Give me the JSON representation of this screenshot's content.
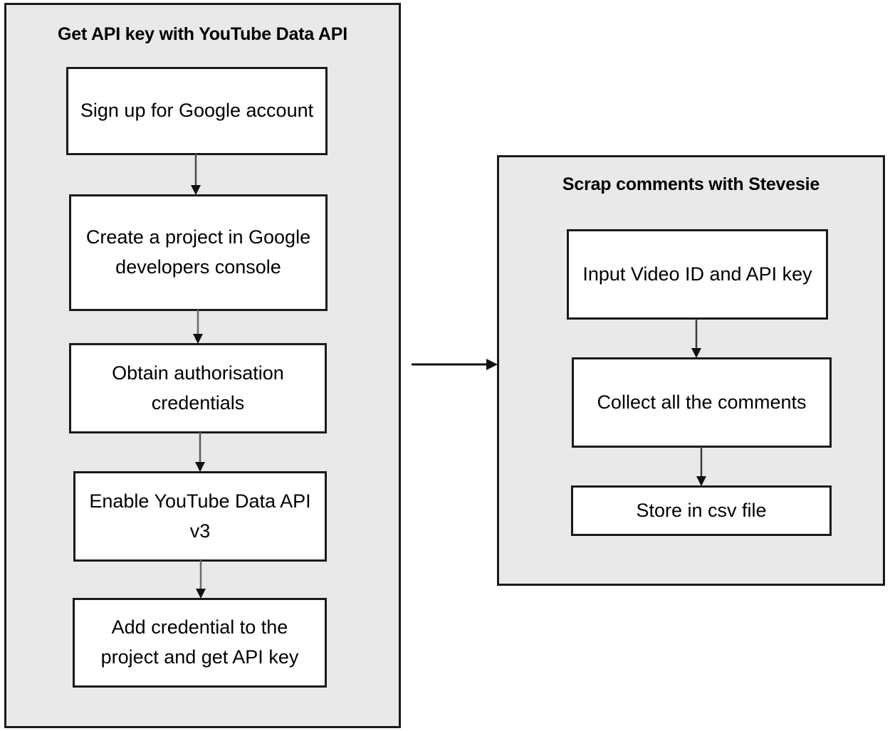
{
  "diagram": {
    "title_left": "Get API key with YouTube Data API",
    "title_right": "Scrap comments with Stevesie",
    "colors": {
      "panel_fill": "#e9e9e9",
      "node_fill": "#ffffff",
      "stroke": "#1a1a1a",
      "text": "#000000",
      "background": "#ffffff"
    }
  },
  "left_panel": {
    "title": "Get API key with YouTube Data API",
    "steps": [
      {
        "id": "sign-up-google-account",
        "label": "Sign up for Google account"
      },
      {
        "id": "create-project-console",
        "label": "Create a project in Google developers console"
      },
      {
        "id": "obtain-authorisation-credentials",
        "label": "Obtain authorisation credentials"
      },
      {
        "id": "enable-youtube-data-api-v3",
        "label": "Enable YouTube Data API v3"
      },
      {
        "id": "add-credential-get-api-key",
        "label": "Add credential to the project and get API key"
      }
    ]
  },
  "right_panel": {
    "title": "Scrap comments with Stevesie",
    "steps": [
      {
        "id": "input-video-id-and-api-key",
        "label": "Input Video ID and API key"
      },
      {
        "id": "collect-all-comments",
        "label": "Collect all the comments"
      },
      {
        "id": "store-in-csv-file",
        "label": "Store in csv file"
      }
    ]
  },
  "connectors": [
    {
      "id": "arrow-signup-to-create",
      "type": "vertical-arrow"
    },
    {
      "id": "arrow-create-to-obtain",
      "type": "vertical-arrow"
    },
    {
      "id": "arrow-obtain-to-enable",
      "type": "vertical-arrow"
    },
    {
      "id": "arrow-enable-to-add",
      "type": "vertical-arrow"
    },
    {
      "id": "arrow-left-panel-to-right-panel",
      "type": "horizontal-arrow"
    },
    {
      "id": "arrow-input-to-collect",
      "type": "vertical-arrow"
    },
    {
      "id": "arrow-collect-to-store",
      "type": "vertical-arrow"
    }
  ]
}
